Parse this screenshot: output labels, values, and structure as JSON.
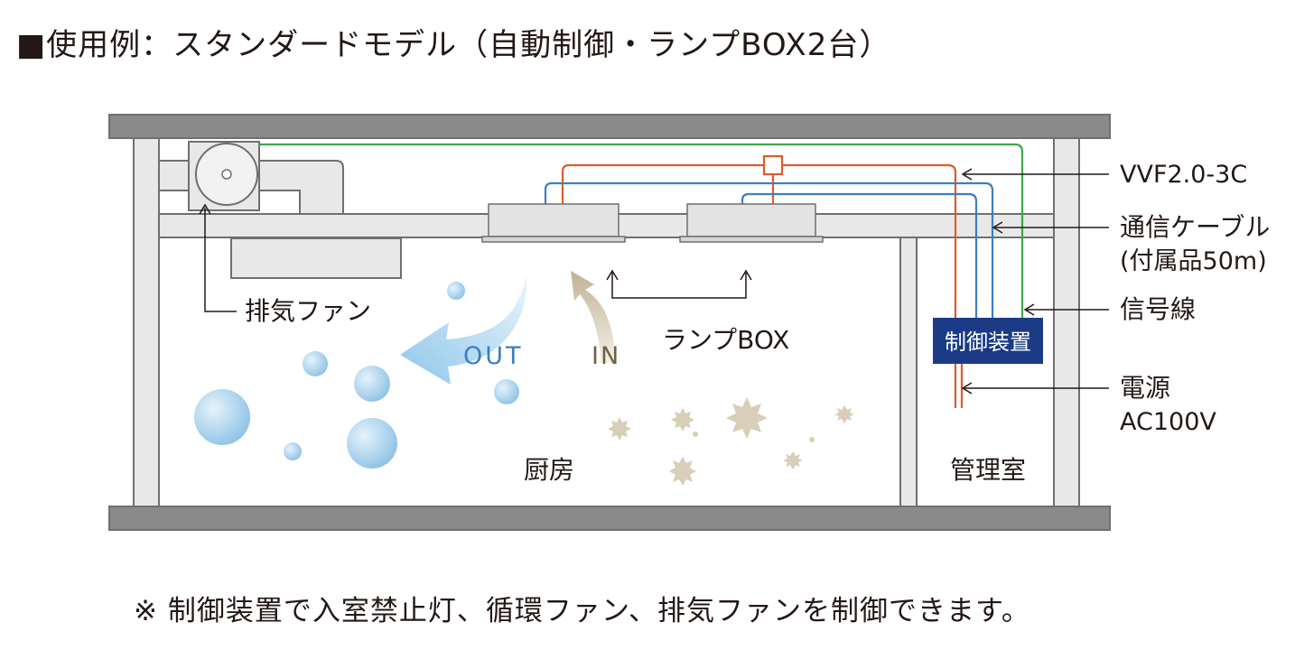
{
  "heading": "■使用例：スタンダードモデル（自動制御・ランプBOX2台）",
  "footnote": "※ 制御装置で入室禁止灯、循環ファン、排気ファンを制御できます。",
  "labels": {
    "exhaust_fan": "排気ファン",
    "lamp_box": "ランプBOX",
    "out_arrow": "OUT",
    "in_arrow": "IN",
    "kitchen": "厨房",
    "control_room": "管理室",
    "controller": "制御装置",
    "cable_vvf": "VVF2.0-3C",
    "comm_cable_line1": "通信ケーブル",
    "comm_cable_line2": "(付属品50m)",
    "signal_line": "信号線",
    "power_line1": "電源",
    "power_line2": "AC100V"
  },
  "colors": {
    "structure_fill": "#e8e8e8",
    "structure_stroke": "#6f6f6f",
    "slab_fill": "#8a8a8a",
    "power_cable": "#e05a2b",
    "comm_cable": "#3a7fc1",
    "signal_cable": "#3aa84a",
    "controller_fill": "#1b3b86",
    "out_arrow": "#aed4ee",
    "in_arrow": "#c8bda6",
    "clean_bubble": "#9dcbea",
    "dirt_particle": "#d9ceb7"
  }
}
